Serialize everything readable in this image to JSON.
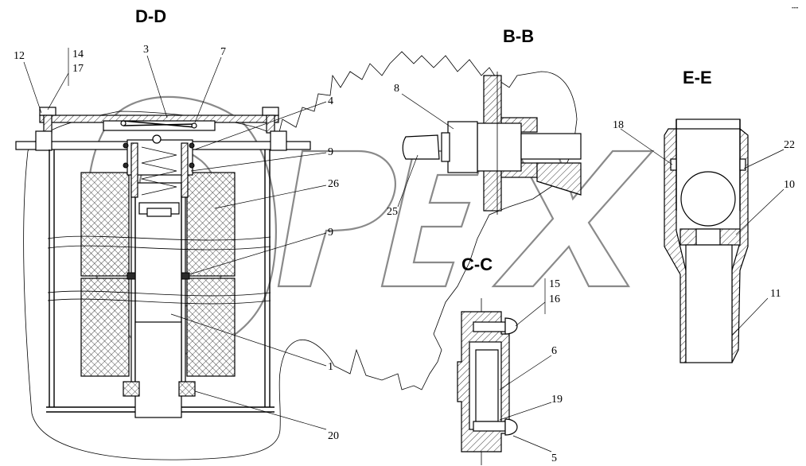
{
  "sections": {
    "dd": "D-D",
    "bb": "B-B",
    "ee": "E-E",
    "cc": "C-C"
  },
  "watermark": "OPEX",
  "corner_mark": "•­•••",
  "callouts": {
    "c12": "12",
    "c14": "14",
    "c17": "17",
    "c3": "3",
    "c7": "7",
    "c4": "4",
    "c9a": "9",
    "c26": "26",
    "c9b": "9",
    "c1": "1",
    "c20": "20",
    "c8": "8",
    "c25": "25",
    "c18": "18",
    "c22": "22",
    "c10": "10",
    "c11": "11",
    "c15": "15",
    "c16": "16",
    "c6": "6",
    "c19": "19",
    "c5": "5"
  }
}
